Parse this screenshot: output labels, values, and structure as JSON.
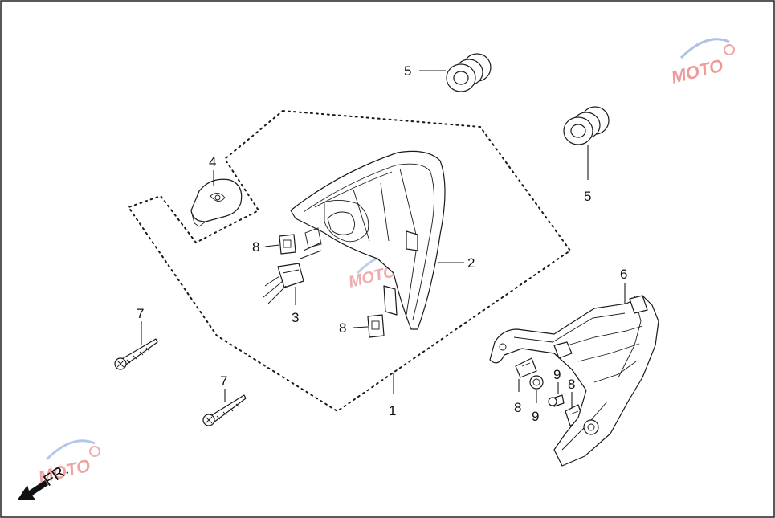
{
  "callouts": [
    {
      "id": "c1",
      "label": "1"
    },
    {
      "id": "c2",
      "label": "2"
    },
    {
      "id": "c3",
      "label": "3"
    },
    {
      "id": "c4",
      "label": "4"
    },
    {
      "id": "c5a",
      "label": "5"
    },
    {
      "id": "c5b",
      "label": "5"
    },
    {
      "id": "c6",
      "label": "6"
    },
    {
      "id": "c7a",
      "label": "7"
    },
    {
      "id": "c7b",
      "label": "7"
    },
    {
      "id": "c8a",
      "label": "8"
    },
    {
      "id": "c8b",
      "label": "8"
    },
    {
      "id": "c8c",
      "label": "8"
    },
    {
      "id": "c8d",
      "label": "8"
    },
    {
      "id": "c9a",
      "label": "9"
    },
    {
      "id": "c9b",
      "label": "9"
    }
  ],
  "direction": {
    "label": "FR."
  },
  "watermark": {
    "text": "MOTO"
  }
}
